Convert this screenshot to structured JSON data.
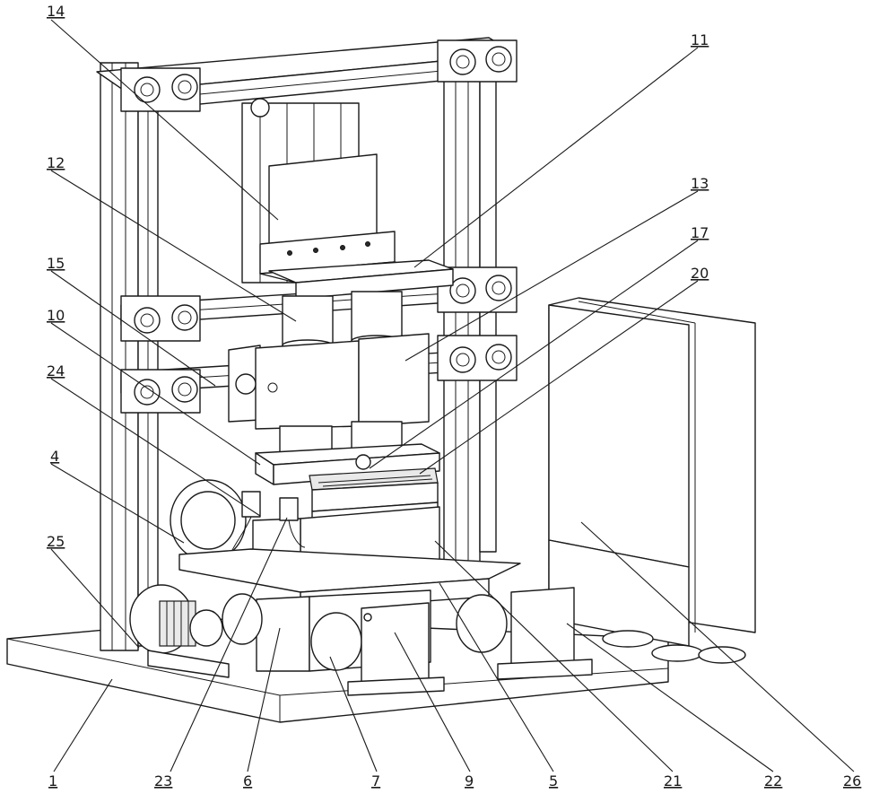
{
  "callouts": [
    {
      "id": "14",
      "label": "14"
    },
    {
      "id": "11",
      "label": "11"
    },
    {
      "id": "12",
      "label": "12"
    },
    {
      "id": "13",
      "label": "13"
    },
    {
      "id": "17",
      "label": "17"
    },
    {
      "id": "15",
      "label": "15"
    },
    {
      "id": "20",
      "label": "20"
    },
    {
      "id": "10",
      "label": "10"
    },
    {
      "id": "24",
      "label": "24"
    },
    {
      "id": "4",
      "label": "4"
    },
    {
      "id": "25",
      "label": "25"
    },
    {
      "id": "1",
      "label": "1"
    },
    {
      "id": "23",
      "label": "23"
    },
    {
      "id": "6",
      "label": "6"
    },
    {
      "id": "7",
      "label": "7"
    },
    {
      "id": "9",
      "label": "9"
    },
    {
      "id": "5",
      "label": "5"
    },
    {
      "id": "21",
      "label": "21"
    },
    {
      "id": "22",
      "label": "22"
    },
    {
      "id": "26",
      "label": "26"
    }
  ]
}
